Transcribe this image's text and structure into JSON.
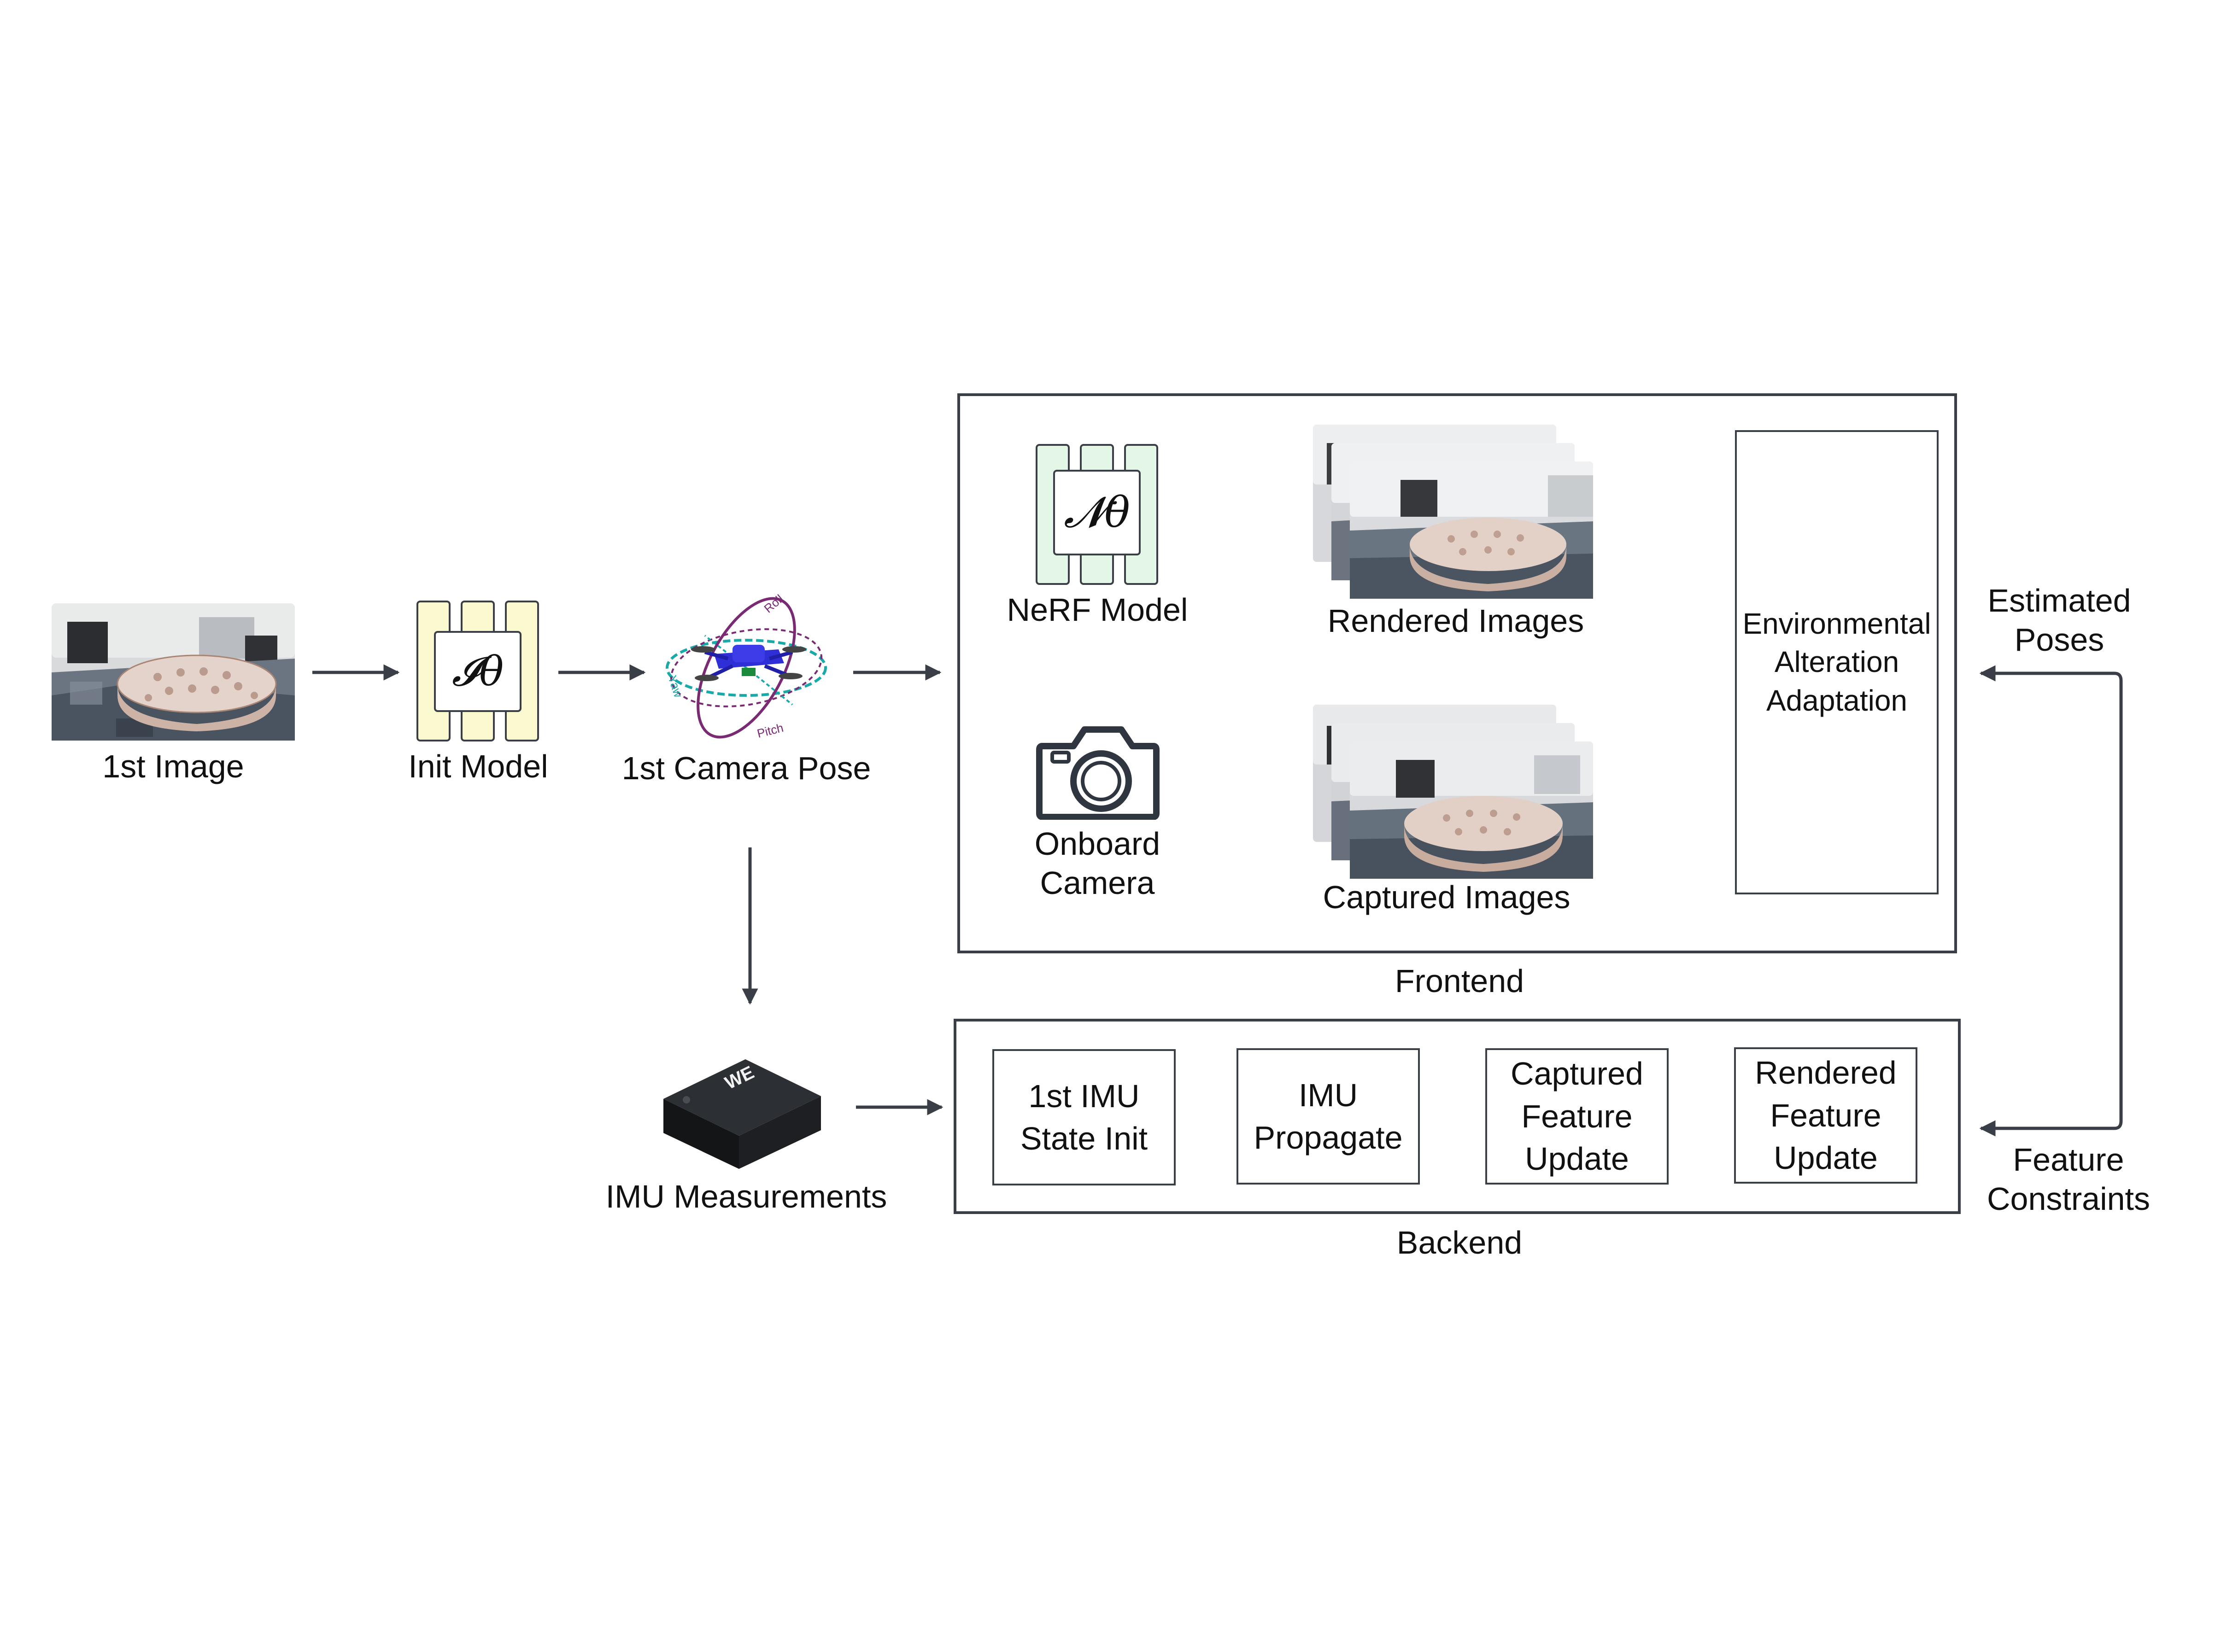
{
  "inputs": {
    "first_image_label": "1st Image",
    "init_model_label": "Init Model",
    "init_model_symbol": "𝓘θ",
    "camera_pose_label": "1st Camera Pose",
    "pose_axes": {
      "roll": "Roll",
      "yaw": "Yaw",
      "pitch": "Pitch"
    },
    "imu_label": "IMU Measurements",
    "imu_logo": "WE"
  },
  "frontend": {
    "title": "Frontend",
    "nerf_label": "NeRF Model",
    "nerf_symbol": "𝓝θ",
    "camera_label": [
      "Onboard",
      "Camera"
    ],
    "rendered_label": "Rendered Images",
    "captured_label": "Captured Images",
    "adaptation_label": [
      "Environmental",
      "Alteration",
      "Adaptation"
    ]
  },
  "backend": {
    "title": "Backend",
    "stages": [
      [
        "1st IMU",
        "State Init"
      ],
      [
        "IMU",
        "Propagate"
      ],
      [
        "Captured",
        "Feature",
        "Update"
      ],
      [
        "Rendered",
        "Feature",
        "Update"
      ]
    ]
  },
  "feedback": {
    "estimated_label": [
      "Estimated",
      "Poses"
    ],
    "constraints_label": [
      "Feature",
      "Constraints"
    ]
  },
  "colors": {
    "line": "#3a3f47",
    "init_fill": "#fbf9cf",
    "nerf_fill": "#e4f6e6",
    "drone_blue": "#2f2fd8",
    "ring_teal": "#19a9a9",
    "ring_purple": "#7a2a73"
  }
}
